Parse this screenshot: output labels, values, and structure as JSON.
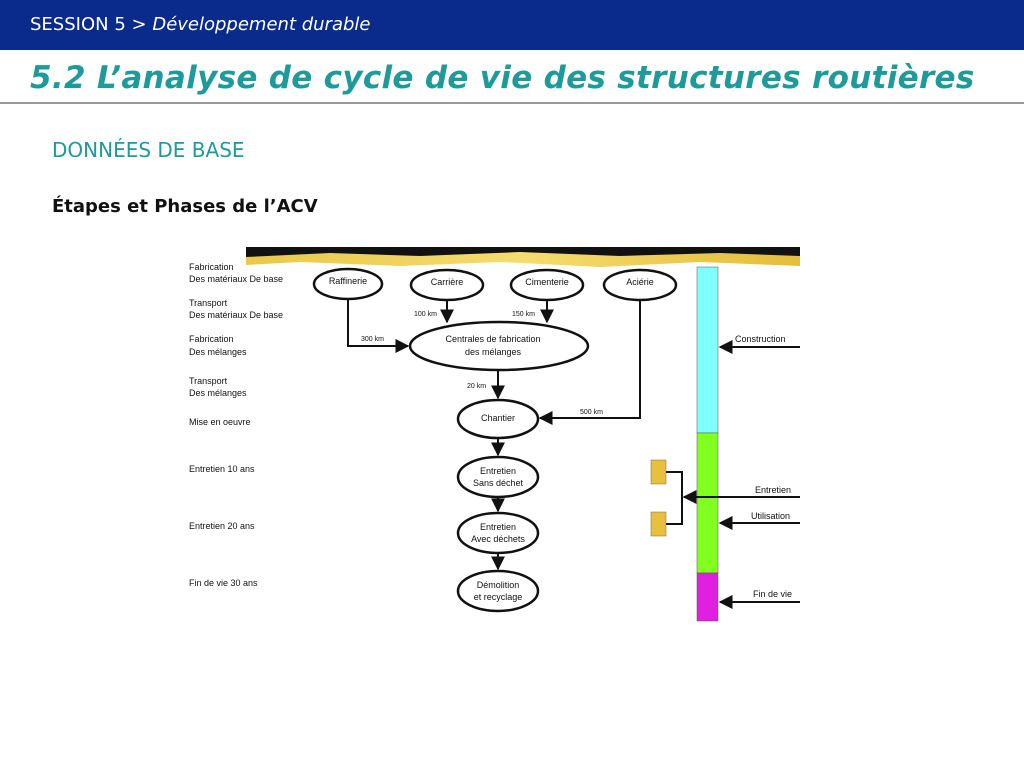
{
  "header": {
    "session": "SESSION 5",
    "separator": ">",
    "topic": "Développement durable",
    "title": "5.2 L’analyse de cycle de vie des structures routières"
  },
  "section": "DONNÉES DE BASE",
  "subsection": "Étapes et Phases de l’ACV",
  "colors": {
    "header_bg": "#0a2a8c",
    "accent": "#1e9a9a",
    "construction_phase": "#80ffff",
    "use_phase": "#80ff20",
    "end_of_life_phase": "#e020e0",
    "marker": "#e8c040"
  },
  "diagram": {
    "stages": [
      {
        "line1": "Fabrication",
        "line2": "Des matériaux De base"
      },
      {
        "line1": "Transport",
        "line2": "Des matériaux De base"
      },
      {
        "line1": "Fabrication",
        "line2": "Des mélanges"
      },
      {
        "line1": "Transport",
        "line2": "Des mélanges"
      },
      {
        "line1": "Mise en oeuvre",
        "line2": ""
      },
      {
        "line1": "Entretien 10 ans",
        "line2": ""
      },
      {
        "line1": "Entretien 20 ans",
        "line2": ""
      },
      {
        "line1": "Fin de vie 30 ans",
        "line2": ""
      }
    ],
    "nodes": {
      "raffinerie": "Raffinerie",
      "carriere": "Carrière",
      "cimenterie": "Cimenterie",
      "acierie": "Aciérie",
      "centrales_l1": "Centrales de fabrication",
      "centrales_l2": "des mélanges",
      "chantier": "Chantier",
      "entretien1_l1": "Entretien",
      "entretien1_l2": "Sans déchet",
      "entretien2_l1": "Entretien",
      "entretien2_l2": "Avec déchets",
      "demolition_l1": "Démolition",
      "demolition_l2": "et recyclage"
    },
    "distances": {
      "raffinerie_centrales": "300 km",
      "carriere_centrales": "100 km",
      "cimenterie_centrales": "150 km",
      "centrales_chantier": "20 km",
      "acierie_chantier": "500 km"
    },
    "phases": {
      "construction": "Construction",
      "entretien": "Entretien",
      "utilisation": "Utilisation",
      "fin_de_vie": "Fin de vie"
    }
  }
}
